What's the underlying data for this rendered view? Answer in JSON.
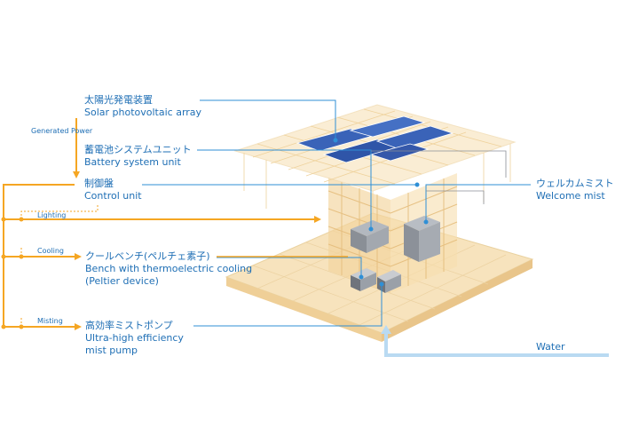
{
  "labels": {
    "solar_jp": "太陽光発電装置",
    "solar_en": "Solar photovoltaic array",
    "battery_jp": "蓄電池システムユニット",
    "battery_en": "Battery system unit",
    "control_jp": "制御盤",
    "control_en": "Control unit",
    "bench_jp": "クールベンチ(ペルチェ素子)",
    "bench_en1": "Bench with thermoelectric cooling",
    "bench_en2": "(Peltier device)",
    "pump_jp": "高効率ミストポンプ",
    "pump_en1": "Ultra-high efficiency",
    "pump_en2": "mist pump",
    "welcome_jp": "ウェルカムミスト",
    "welcome_en": "Welcome mist",
    "water": "Water",
    "generated_power": "Generated Power",
    "lighting": "Lighting",
    "cooling": "Cooling",
    "misting": "Misting"
  },
  "colors": {
    "power_line": "#f5a623",
    "callout_line": "#2f8fd6",
    "water_line": "#b9daf2",
    "label_text": "#1f6fb5",
    "structure_wood": "#f6dcaa",
    "structure_edge": "#e8c68c",
    "solar_panel": "#3a63b8",
    "machine_gray": "#8a8f96"
  }
}
